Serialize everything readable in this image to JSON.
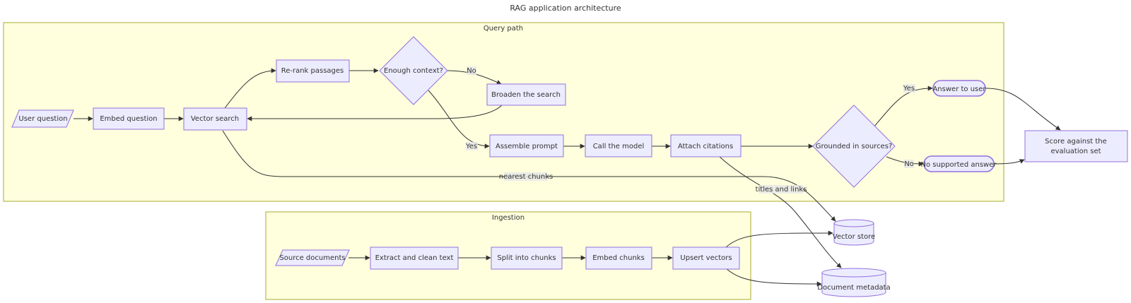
{
  "title": "RAG application architecture",
  "clusters": {
    "query": "Query path",
    "ingestion": "Ingestion"
  },
  "nodes": {
    "user_question": "User question",
    "embed_question": "Embed question",
    "vector_search": "Vector search",
    "rerank": "Re-rank passages",
    "enough_context": "Enough context?",
    "broaden": "Broaden the search",
    "assemble": "Assemble prompt",
    "call_model": "Call the model",
    "attach_citations": "Attach citations",
    "grounded": "Grounded in sources?",
    "answer": "Answer to user",
    "no_answer": "No supported answer",
    "score_line1": "Score against the",
    "score_line2": "evaluation set",
    "source_docs": "Source documents",
    "extract": "Extract and clean text",
    "split": "Split into chunks",
    "embed_chunks": "Embed chunks",
    "upsert": "Upsert vectors",
    "vector_store": "Vector store",
    "doc_metadata": "Document metadata"
  },
  "edge_labels": {
    "no1": "No",
    "yes1": "Yes",
    "yes2": "Yes",
    "no2": "No",
    "nearest_chunks": "nearest chunks",
    "titles_links": "titles and links"
  }
}
